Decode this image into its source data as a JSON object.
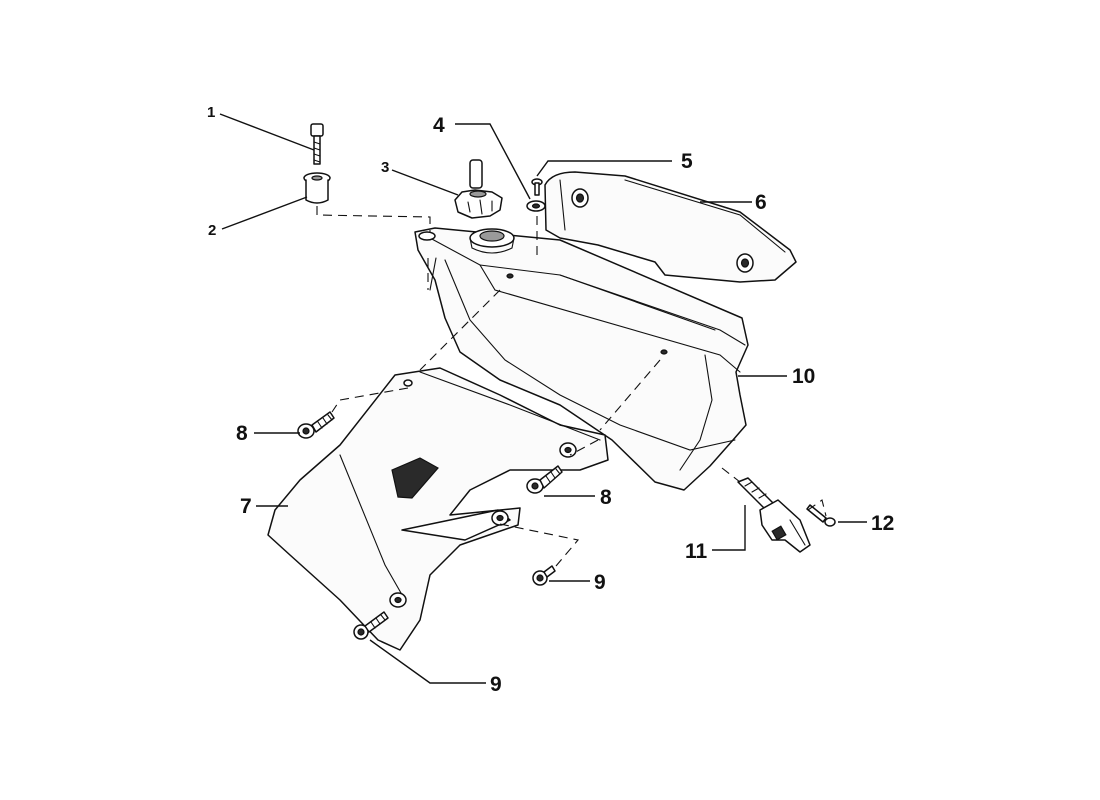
{
  "callouts": [
    "1",
    "2",
    "3",
    "4",
    "5",
    "6",
    "7",
    "8",
    "8",
    "9",
    "9",
    "10",
    "11",
    "12"
  ]
}
